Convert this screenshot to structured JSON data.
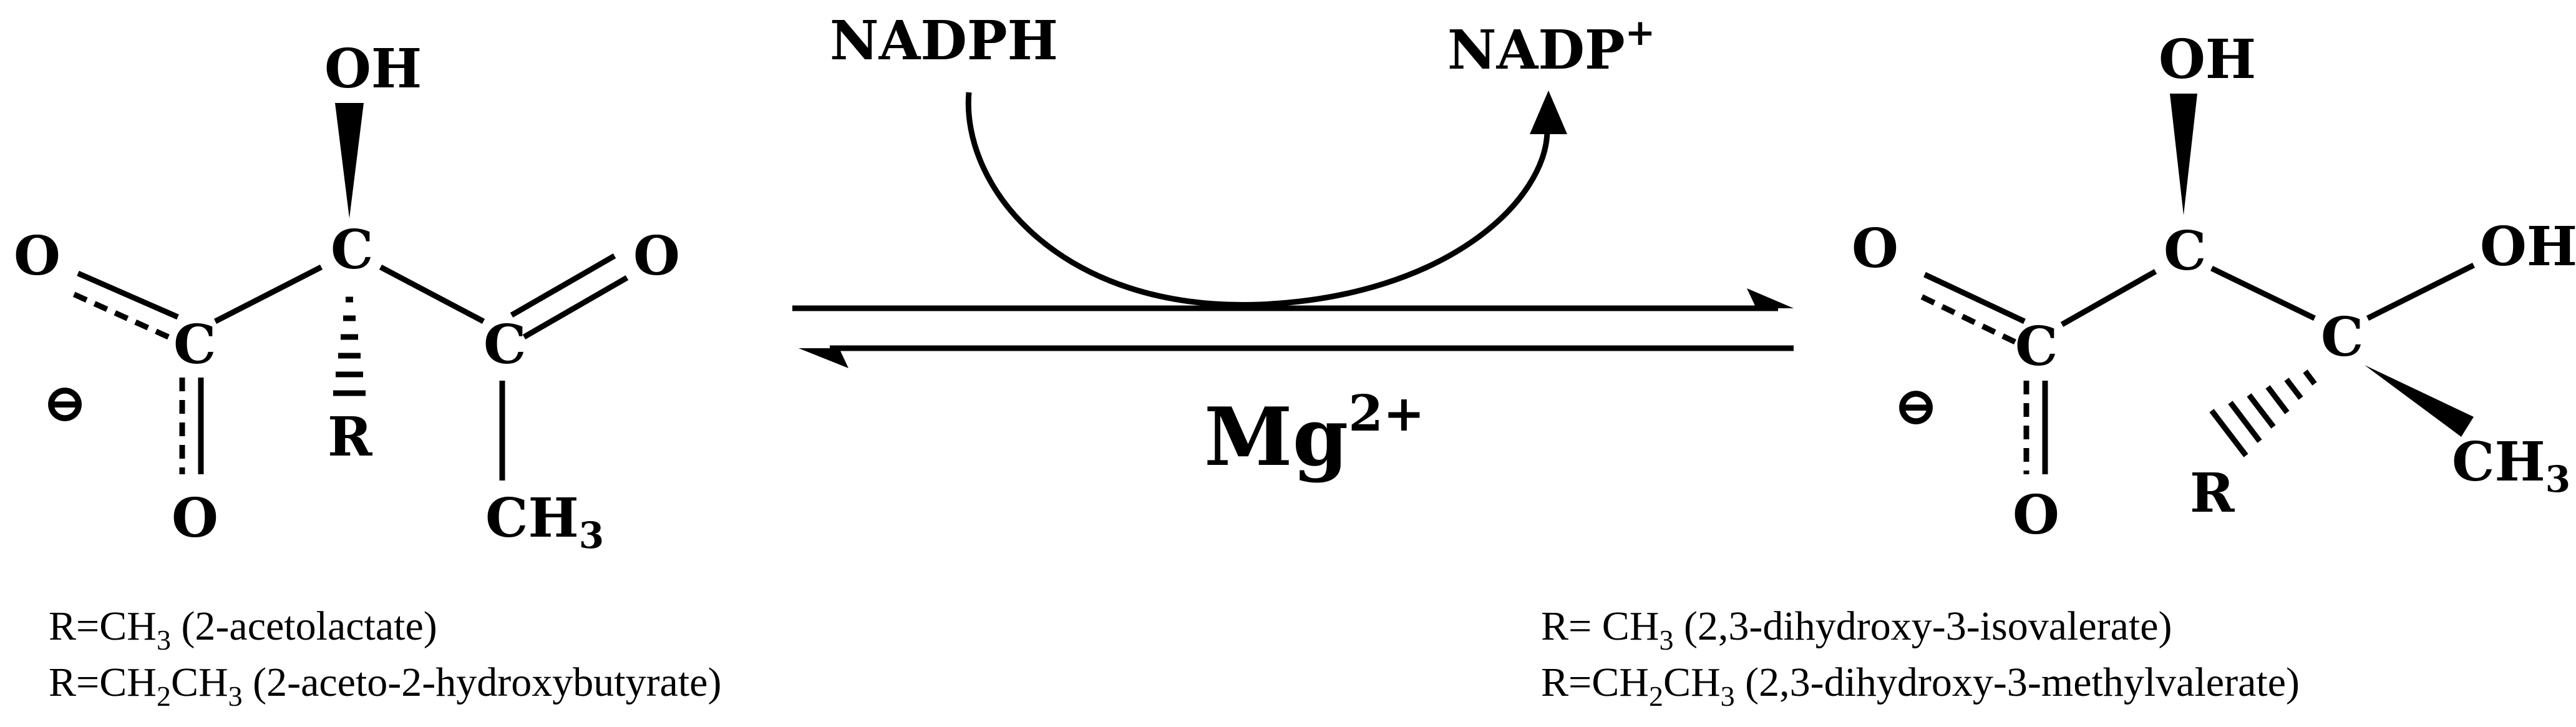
{
  "reaction": {
    "cofactor_in": "NADPH",
    "cofactor_out": "NADP",
    "cofactor_out_charge": "+",
    "catalyst": "Mg",
    "catalyst_charge": "2+"
  },
  "substrate": {
    "atoms": {
      "oh": "OH",
      "c_center": "C",
      "c_carboxyl": "C",
      "c_ketone": "C",
      "o_carboxyl_top": "O",
      "o_carboxyl_bottom": "O",
      "o_ketone": "O",
      "r": "R",
      "ch3_text": "CH",
      "ch3_sub": "3",
      "charge": "⊖"
    },
    "captions": [
      {
        "lhs": "R=CH",
        "sub1": "3",
        "mid": "",
        "sub2": "",
        "rest": " (2-acetolactate)"
      },
      {
        "lhs": "R=CH",
        "sub1": "2",
        "mid": "CH",
        "sub2": "3",
        "rest": " (2-aceto-2-hydroxybutyrate)"
      }
    ]
  },
  "product": {
    "atoms": {
      "oh_top": "OH",
      "oh_right": "OH",
      "c_top": "C",
      "c_carboxyl": "C",
      "c_quaternary": "C",
      "o_carboxyl_top": "O",
      "o_carboxyl_bottom": "O",
      "r": "R",
      "ch3_text": "CH",
      "ch3_sub": "3",
      "charge": "⊖"
    },
    "captions": [
      {
        "lhs": "R= CH",
        "sub1": "3",
        "mid": "",
        "sub2": "",
        "rest": " (2,3-dihydroxy-3-isovalerate)"
      },
      {
        "lhs": "R=CH",
        "sub1": "2",
        "mid": "CH",
        "sub2": "3",
        "rest": " (2,3-dihydroxy-3-methylvalerate)"
      }
    ]
  }
}
